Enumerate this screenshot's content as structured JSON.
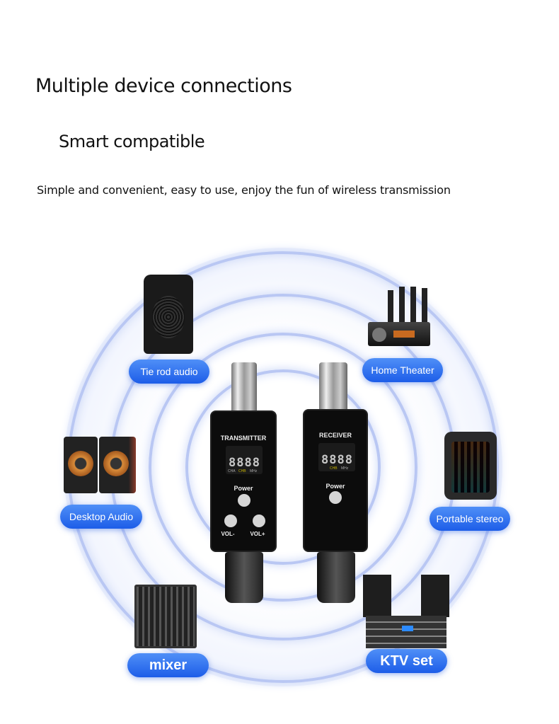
{
  "header": {
    "title": "Multiple device connections",
    "subtitle": "Smart compatible",
    "description": "Simple and convenient, easy to use, enjoy the fun of wireless transmission"
  },
  "devices": [
    {
      "label": "Tie rod audio",
      "icon": "pa-speaker-icon"
    },
    {
      "label": "Home Theater",
      "icon": "home-theater-icon"
    },
    {
      "label": "Desktop Audio",
      "icon": "desktop-speakers-icon"
    },
    {
      "label": "Portable stereo",
      "icon": "portable-speaker-icon"
    },
    {
      "label": "mixer",
      "icon": "mixer-icon"
    },
    {
      "label": "KTV set",
      "icon": "ktv-set-icon"
    }
  ],
  "transmitter": {
    "title": "TRANSMITTER",
    "display": "8888",
    "cha": "CHA",
    "chb": "CHB",
    "mhz": "MHz",
    "power": "Power",
    "vol_down": "VOL-",
    "vol_up": "VOL+"
  },
  "receiver": {
    "title": "RECEIVER",
    "display": "8888",
    "chb": "CHB",
    "mhz": "MHz",
    "power": "Power"
  },
  "colors": {
    "accent": "#1d5de8",
    "ring": "#b9c7f3"
  }
}
